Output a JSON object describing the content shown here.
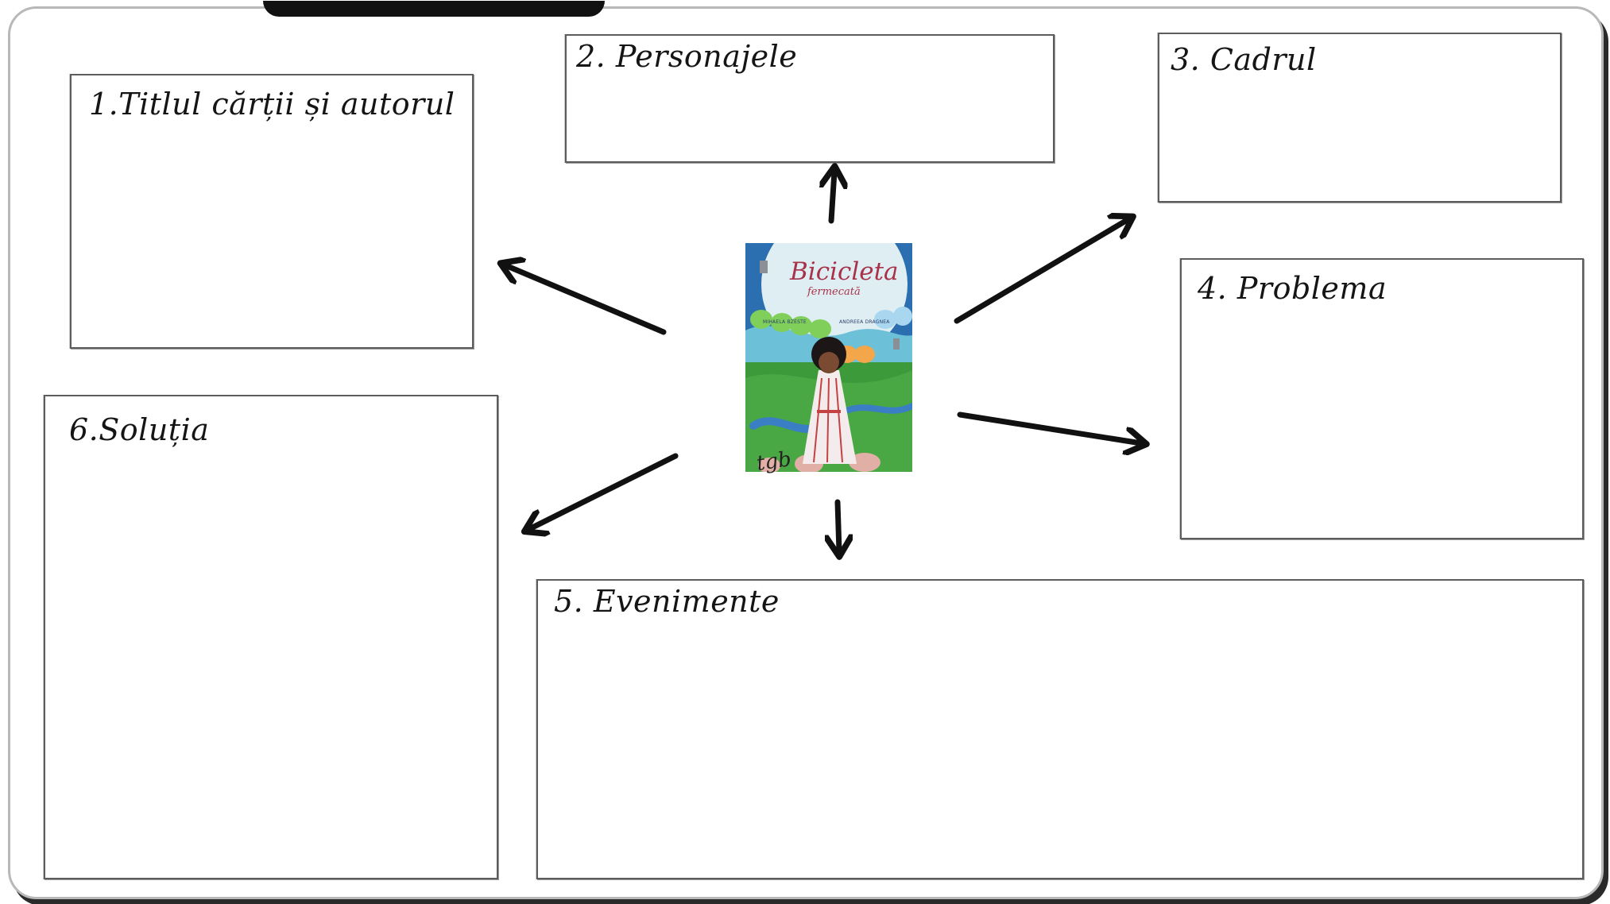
{
  "boxes": {
    "box1": {
      "title": "1.Titlul cărții și autorul"
    },
    "box2": {
      "title": "2. Personajele"
    },
    "box3": {
      "title": "3. Cadrul"
    },
    "box4": {
      "title": "4. Problema"
    },
    "box5": {
      "title": "5. Evenimente"
    },
    "box6": {
      "title": "6.Soluția"
    }
  },
  "book": {
    "title": "Bicicleta",
    "subtitle": "fermecată",
    "author": "MIHAELA BZESTE",
    "illustrator": "ANDREEA DRAGNEA"
  },
  "watermark": "tgb",
  "colors": {
    "border": "#5c5c5c",
    "arrow": "#111111",
    "board_shadow": "#2a2a2a",
    "book_title": "#a8324a",
    "book_green": "#3f9b3a",
    "book_blue": "#2f6fb0"
  }
}
